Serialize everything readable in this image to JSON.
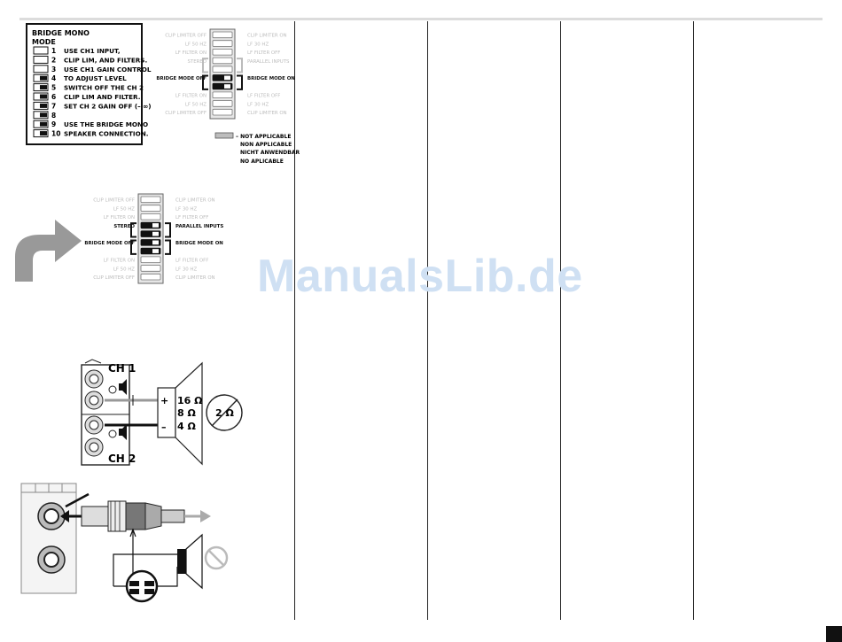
{
  "bridge_table": {
    "header_1": "BRIDGE MONO",
    "header_2": "MODE",
    "rows": [
      {
        "num": "1",
        "text": "USE CH1 INPUT,"
      },
      {
        "num": "2",
        "text": "CLIP LIM, AND FILTERS."
      },
      {
        "num": "3",
        "text": "USE CH1 GAIN CONTROL"
      },
      {
        "num": "4",
        "text": "TO ADJUST LEVEL"
      },
      {
        "num": "5",
        "text": "SWITCH OFF THE CH 2"
      },
      {
        "num": "6",
        "text": "CLIP LIM AND FILTER."
      },
      {
        "num": "7",
        "text": "SET CH 2 GAIN OFF (– ∞)"
      },
      {
        "num": "8",
        "text": ""
      },
      {
        "num": "9",
        "text": "USE THE BRIDGE MONO"
      },
      {
        "num": "10",
        "text": "SPEAKER CONNECTION."
      }
    ]
  },
  "dip1": {
    "left_labels": [
      "CLIP LIMITER OFF",
      "LF 50 HZ",
      "LF FILTER ON",
      "STEREO",
      "",
      "BRIDGE MODE OFF",
      "",
      "LF FILTER ON",
      "LF 50 HZ",
      "CLIP LIMITER OFF"
    ],
    "right_labels": [
      "CLIP LIMITER ON",
      "LF 30 HZ",
      "LF FILTER OFF",
      "PARALLEL INPUTS",
      "",
      "BRIDGE MODE ON",
      "",
      "LF FILTER OFF",
      "LF 30 HZ",
      "CLIP LIMITER ON"
    ]
  },
  "not_applicable": {
    "lines": [
      "– NOT APPLICABLE",
      "NON APPLICABLE",
      "NICHT ANWENDBAR",
      "NO APLICABLE"
    ]
  },
  "dip2": {
    "left_labels": [
      "CLIP LIMITER OFF",
      "LF 50 HZ",
      "LF FILTER ON",
      "STEREO",
      "",
      "BRIDGE MODE OFF",
      "",
      "LF FILTER ON",
      "LF 50 HZ",
      "CLIP LIMITER OFF"
    ],
    "right_labels": [
      "CLIP LIMITER ON",
      "LF 30 HZ",
      "LF FILTER OFF",
      "PARALLEL INPUTS",
      "",
      "BRIDGE MODE ON",
      "",
      "LF FILTER OFF",
      "LF 30 HZ",
      "CLIP LIMITER ON"
    ]
  },
  "speaker_diagram": {
    "ch1": "CH 1",
    "ch2": "CH 2",
    "plus": "+",
    "minus": "–",
    "ohm_16": "16 Ω",
    "ohm_8": "8 Ω",
    "ohm_4": "4 Ω",
    "ohm_2": "2 Ω"
  },
  "watermark": "ManualsLib.de"
}
